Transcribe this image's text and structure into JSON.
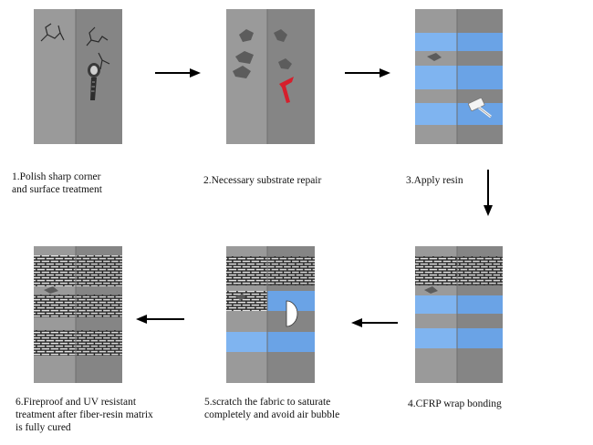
{
  "steps": [
    {
      "id": 1,
      "caption": "1.Polish sharp corner\nand surface treatment",
      "state": "cracked"
    },
    {
      "id": 2,
      "caption": "2.Necessary substrate repair",
      "state": "repaired"
    },
    {
      "id": 3,
      "caption": "3.Apply resin",
      "state": "resin"
    },
    {
      "id": 4,
      "caption": "4.CFRP wrap bonding",
      "state": "wrapped"
    },
    {
      "id": 5,
      "caption": "5.scratch the fabric to saturate\ncompletely and avoid air bubble",
      "state": "scratched"
    },
    {
      "id": 6,
      "caption": "6.Fireproof and UV resistant\ntreatment after fiber-resin matrix\nis fully cured",
      "state": "cured"
    }
  ],
  "colors": {
    "column_front": "#9a9a9a",
    "column_side": "#7d7d7d",
    "column_edge": "#6e6e6e",
    "crack": "#2a2a2a",
    "patch": "#5c5c5c",
    "resin_band": "#7fb4f0",
    "resin_band_side": "#6aa3e6",
    "brick_dark": "#1e1e1e",
    "brick_light": "#e6e6e6",
    "tool_red": "#d61f2c",
    "arrow": "#000000"
  },
  "icons": [
    "arrow-right-icon",
    "arrow-down-icon",
    "arrow-left-icon",
    "grinder-icon",
    "scraper-icon",
    "roller-icon",
    "air-bubble-icon"
  ]
}
